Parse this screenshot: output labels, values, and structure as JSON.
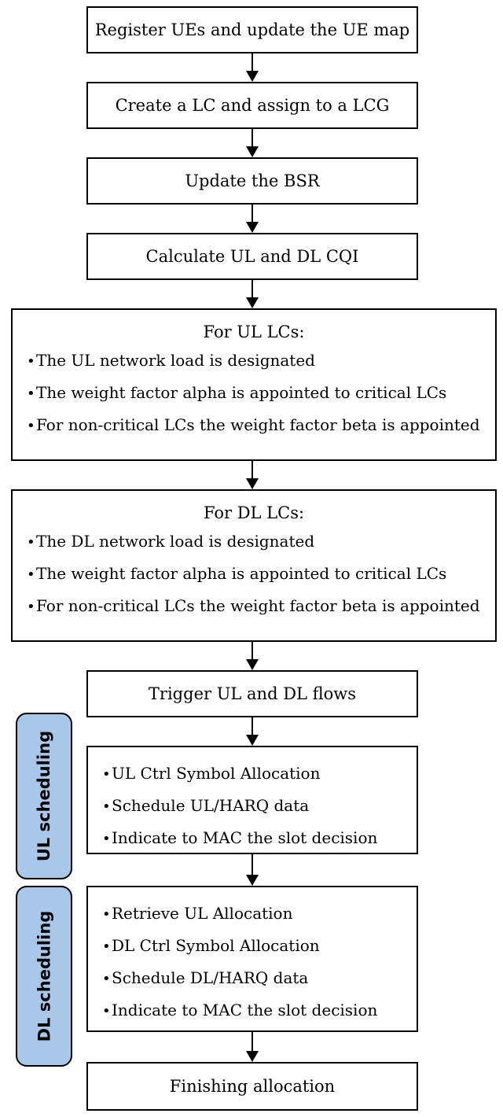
{
  "steps": {
    "register": "Register UEs and update the UE map",
    "create_lc": "Create a LC and assign to a LCG",
    "update_bsr": "Update the BSR",
    "calc_cqi": "Calculate UL and DL CQI",
    "trigger": "Trigger UL and DL flows",
    "finish": "Finishing allocation"
  },
  "ul_lcs": {
    "title": "For UL LCs:",
    "items": [
      "The UL network load is designated",
      "The weight factor alpha is appointed to critical LCs",
      "For non-critical LCs the weight factor beta is appointed"
    ]
  },
  "dl_lcs": {
    "title": "For DL LCs:",
    "items": [
      "The DL network load is designated",
      "The weight factor alpha is appointed to critical LCs",
      "For non-critical LCs the weight factor beta is appointed"
    ]
  },
  "ul_sched": {
    "label": "UL scheduling",
    "items": [
      "UL Ctrl Symbol Allocation",
      "Schedule UL/HARQ data",
      "Indicate to MAC the slot decision"
    ]
  },
  "dl_sched": {
    "label": "DL scheduling",
    "items": [
      "Retrieve UL Allocation",
      "DL Ctrl Symbol Allocation",
      "Schedule DL/HARQ data",
      "Indicate to MAC the slot decision"
    ]
  },
  "pill_color": "#a9c7e8"
}
